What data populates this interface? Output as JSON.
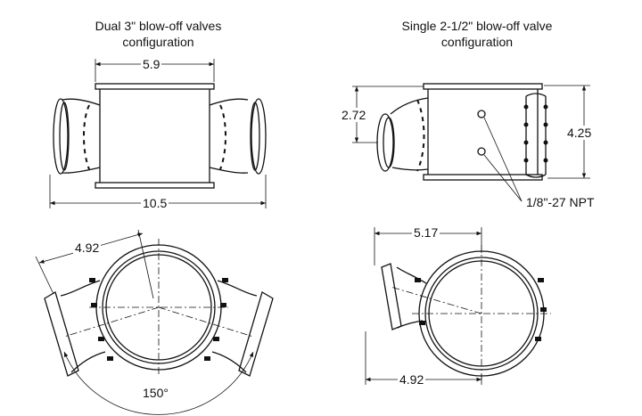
{
  "titles": {
    "dual": [
      "Dual 3\" blow-off valves",
      "configuration"
    ],
    "single": [
      "Single 2-1/2\" blow-off valve",
      "configuration"
    ]
  },
  "dimensions": {
    "dual_top_width": "5.9",
    "dual_overall_length": "10.5",
    "dual_offset": "4.92",
    "dual_angle": "150°",
    "single_port_height": "2.72",
    "single_body_height": "4.25",
    "single_npt": "1/8\"-27 NPT",
    "single_offset_top": "5.17",
    "single_offset_bottom": "4.92"
  }
}
